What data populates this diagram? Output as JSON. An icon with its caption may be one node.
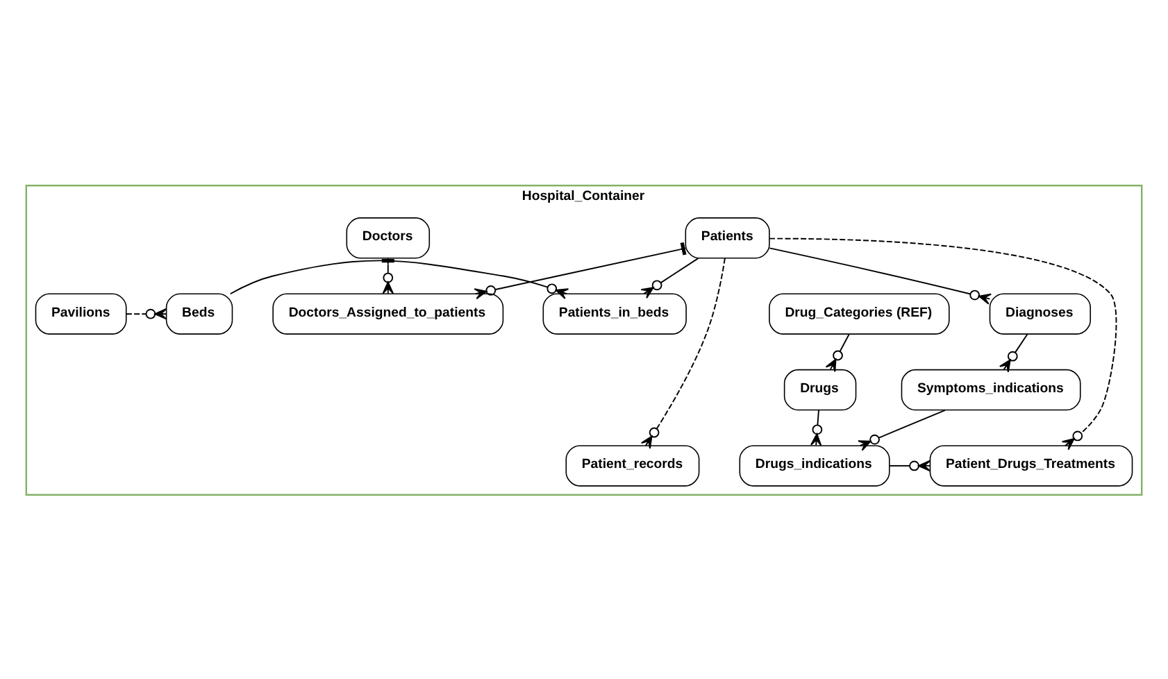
{
  "diagram": {
    "nodes": [
      {
        "text": [
          "Hospital_Container"
        ]
      },
      {
        "text": [
          "Doctors_Assigned_to_patients"
        ],
        "in": 0
      },
      {
        "text": [
          "Drug_Categories (REF)"
        ],
        "in": 0
      },
      {
        "text": [
          "Diagnoses"
        ],
        "in": 0
      },
      {
        "text": [
          "Patients"
        ],
        "in": 0
      },
      {
        "text": [
          "Doctors"
        ],
        "in": 0
      },
      {
        "text": [
          "Drugs"
        ],
        "in": 0
      },
      {
        "text": [
          "Symptoms_indications"
        ],
        "in": 0
      },
      {
        "text": [
          "Patient_records"
        ],
        "in": 0
      },
      {
        "text": [
          "Patient_Drugs_Treatments"
        ],
        "in": 0
      },
      {
        "text": [
          "Drugs_indications"
        ],
        "in": 0
      },
      {
        "text": [
          "Patients_in_beds"
        ],
        "in": 0
      },
      {
        "text": [
          "Beds"
        ],
        "in": 0
      },
      {
        "text": [
          "Pavilions"
        ],
        "in": 0
      }
    ],
    "edges": [
      {
        "from": 5,
        "to": 1,
        "arrow": "other"
      },
      {
        "from": 4,
        "to": 1,
        "arrow": "other"
      },
      {
        "from": 4,
        "to": 3,
        "arrow": "other"
      },
      {
        "from": 3,
        "to": 7,
        "arrow": "other"
      },
      {
        "from": 2,
        "to": 6,
        "arrow": "other"
      },
      {
        "from": 4,
        "to": 8,
        "arrow": "other",
        "style": "dashed"
      },
      {
        "from": 4,
        "to": 9,
        "arrow": "other",
        "style": "dashed"
      },
      {
        "from": 4,
        "to": 11,
        "arrow": "other"
      },
      {
        "from": 7,
        "to": 10,
        "arrow": "other"
      },
      {
        "from": 6,
        "to": 10,
        "arrow": "other"
      },
      {
        "from": 10,
        "to": 9,
        "arrow": "other"
      },
      {
        "from": 12,
        "to": 11,
        "arrow": "other"
      },
      {
        "from": 13,
        "to": 12,
        "arrow": "other",
        "style": "dashed"
      }
    ]
  }
}
